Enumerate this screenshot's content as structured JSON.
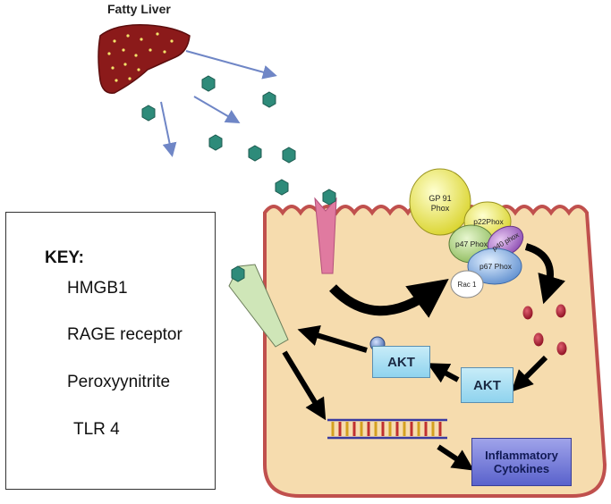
{
  "title": "Fatty Liver",
  "key": {
    "heading": "KEY:",
    "items": [
      {
        "label": "HMGB1",
        "icon": "hmgb1-hexagon-icon",
        "color": "#2e8b7a"
      },
      {
        "label": "RAGE receptor",
        "icon": "rage-receptor-icon",
        "color": "#e07aa0"
      },
      {
        "label": "Peroxyynitrite",
        "icon": "peroxynitrite-icon",
        "color": "#a0102a"
      },
      {
        "label": "TLR 4",
        "icon": "tlr4-receptor-icon",
        "color": "#cfe6b8"
      }
    ]
  },
  "complex": {
    "gp91": [
      "GP 91",
      "Phox"
    ],
    "p22": "p22Phox",
    "p47": "p47 Phox",
    "p40": "p40 phox",
    "p67": "p67 Phox",
    "rac1": "Rac 1"
  },
  "akt_right": "AKT",
  "akt_left": "AKT",
  "cytokines": [
    "Inflammatory",
    "Cytokines"
  ],
  "colors": {
    "cell_fill": "#f6dcae",
    "cell_border": "#c0504d",
    "arrow": "#000000",
    "liver": "#8b1a1a"
  }
}
